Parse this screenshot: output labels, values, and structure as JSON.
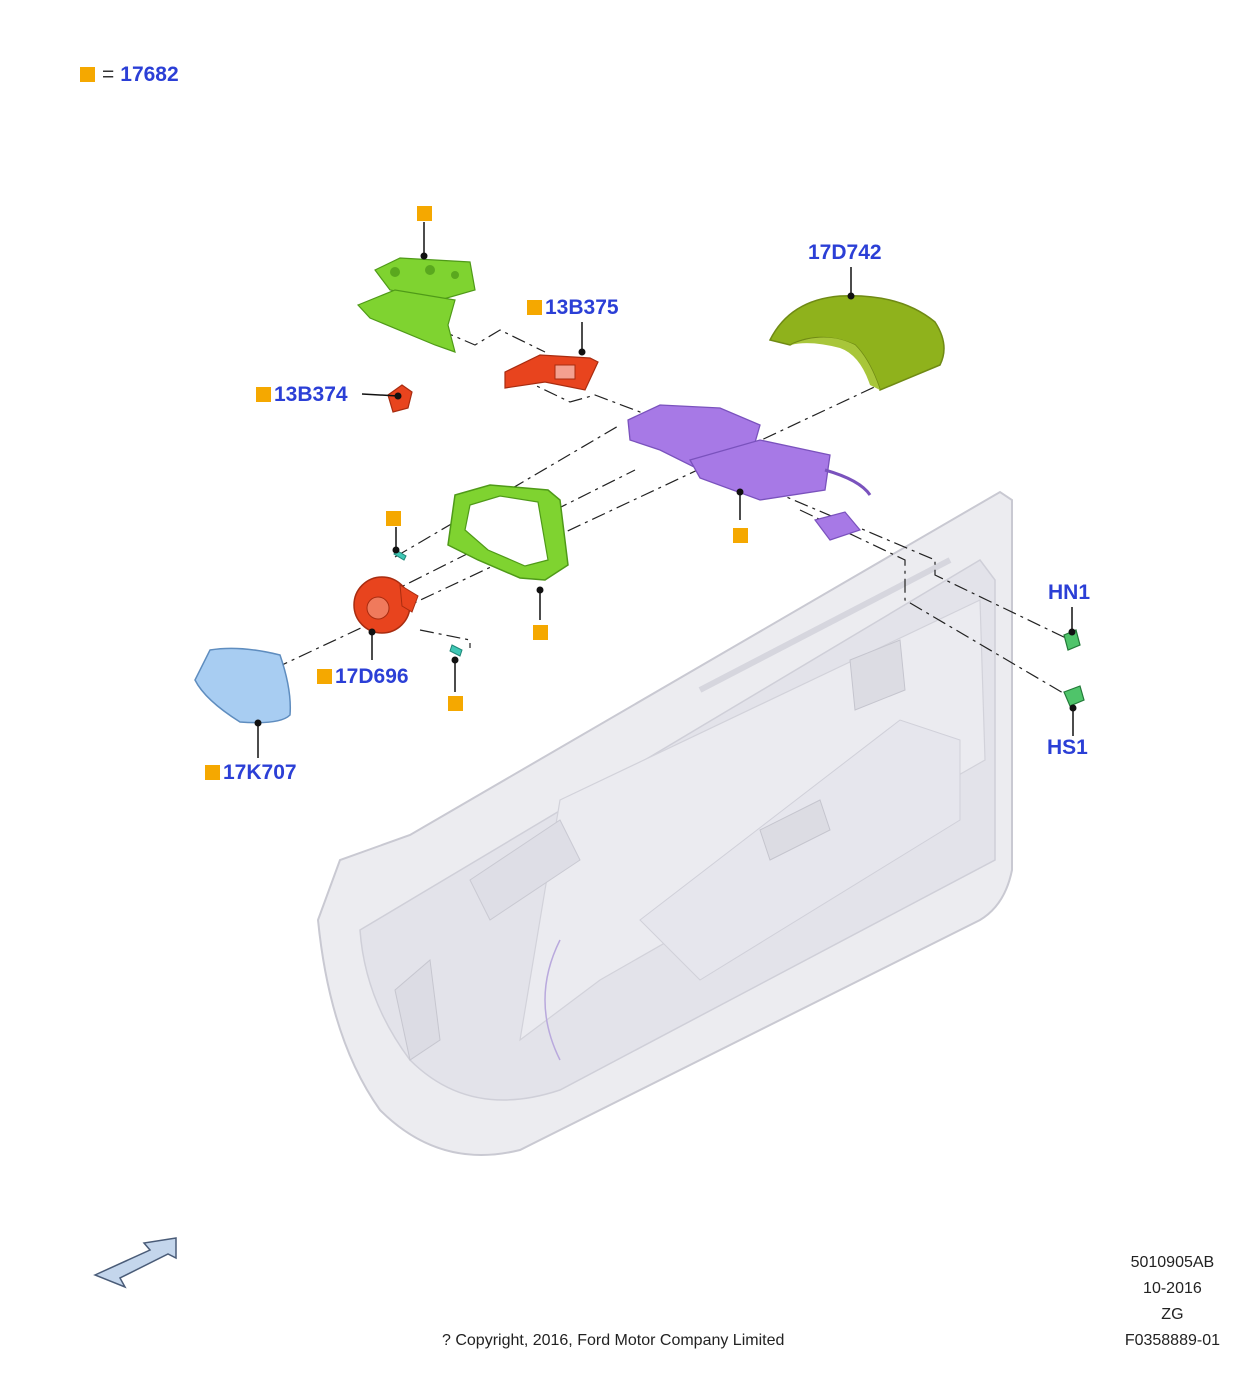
{
  "legend": {
    "equals": "=",
    "part": "17682"
  },
  "callouts": {
    "c17D742": "17D742",
    "c13B375": "13B375",
    "c13B374": "13B374",
    "cHN1": "HN1",
    "c17D696": "17D696",
    "cHS1": "HS1",
    "c17K707": "17K707"
  },
  "colors": {
    "callout_text": "#2b3fd6",
    "marker_square": "#f5a800",
    "green_part": "#7fd330",
    "olive_cover": "#8fb21c",
    "red_part": "#e8441e",
    "purple_part": "#a779e6",
    "glass_blue": "#a8cdf2",
    "door_gray": "#e8e8ec"
  },
  "info": {
    "doc_number": "5010905AB",
    "date": "10-2016",
    "code": "ZG",
    "figure_id": "F0358889-01"
  },
  "copyright": "? Copyright, 2016, Ford Motor Company Limited"
}
